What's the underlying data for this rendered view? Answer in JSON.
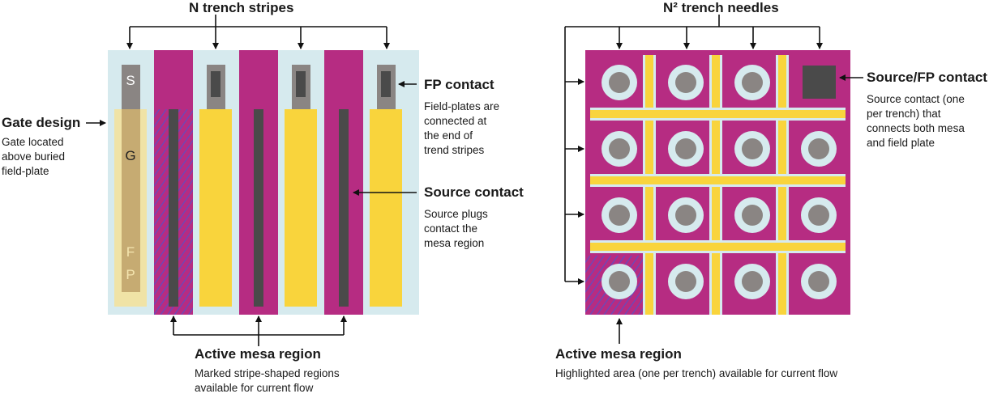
{
  "left": {
    "title": "N trench stripes",
    "cell_letters": {
      "s": "S",
      "g": "G",
      "f": "F",
      "p": "P"
    },
    "gate": {
      "heading": "Gate design",
      "lines": [
        "Gate located",
        "above buried",
        "field-plate"
      ]
    },
    "fp": {
      "heading": "FP contact",
      "lines": [
        "Field-plates are",
        "connected at",
        "the end of",
        "trend stripes"
      ]
    },
    "source": {
      "heading": "Source contact",
      "lines": [
        "Source plugs",
        "contact the",
        "mesa region"
      ]
    },
    "mesa": {
      "heading": "Active mesa region",
      "lines": [
        "Marked stripe-shaped regions",
        "available for current flow"
      ]
    }
  },
  "right": {
    "title": "N² trench needles",
    "sfp": {
      "heading": "Source/FP contact",
      "lines": [
        "Source contact (one",
        "per trench) that",
        "connects both mesa",
        "and field plate"
      ]
    },
    "mesa": {
      "heading": "Active mesa region",
      "lines": [
        "Highlighted area (one per trench) available for current flow"
      ]
    }
  },
  "colors": {
    "light_blue": "#d6eaee",
    "magenta": "#b62c82",
    "yellow": "#f9d43c",
    "dark_gray": "#4a4a4a",
    "mid_gray": "#8a8583",
    "hatch": "#5b4fc4"
  }
}
